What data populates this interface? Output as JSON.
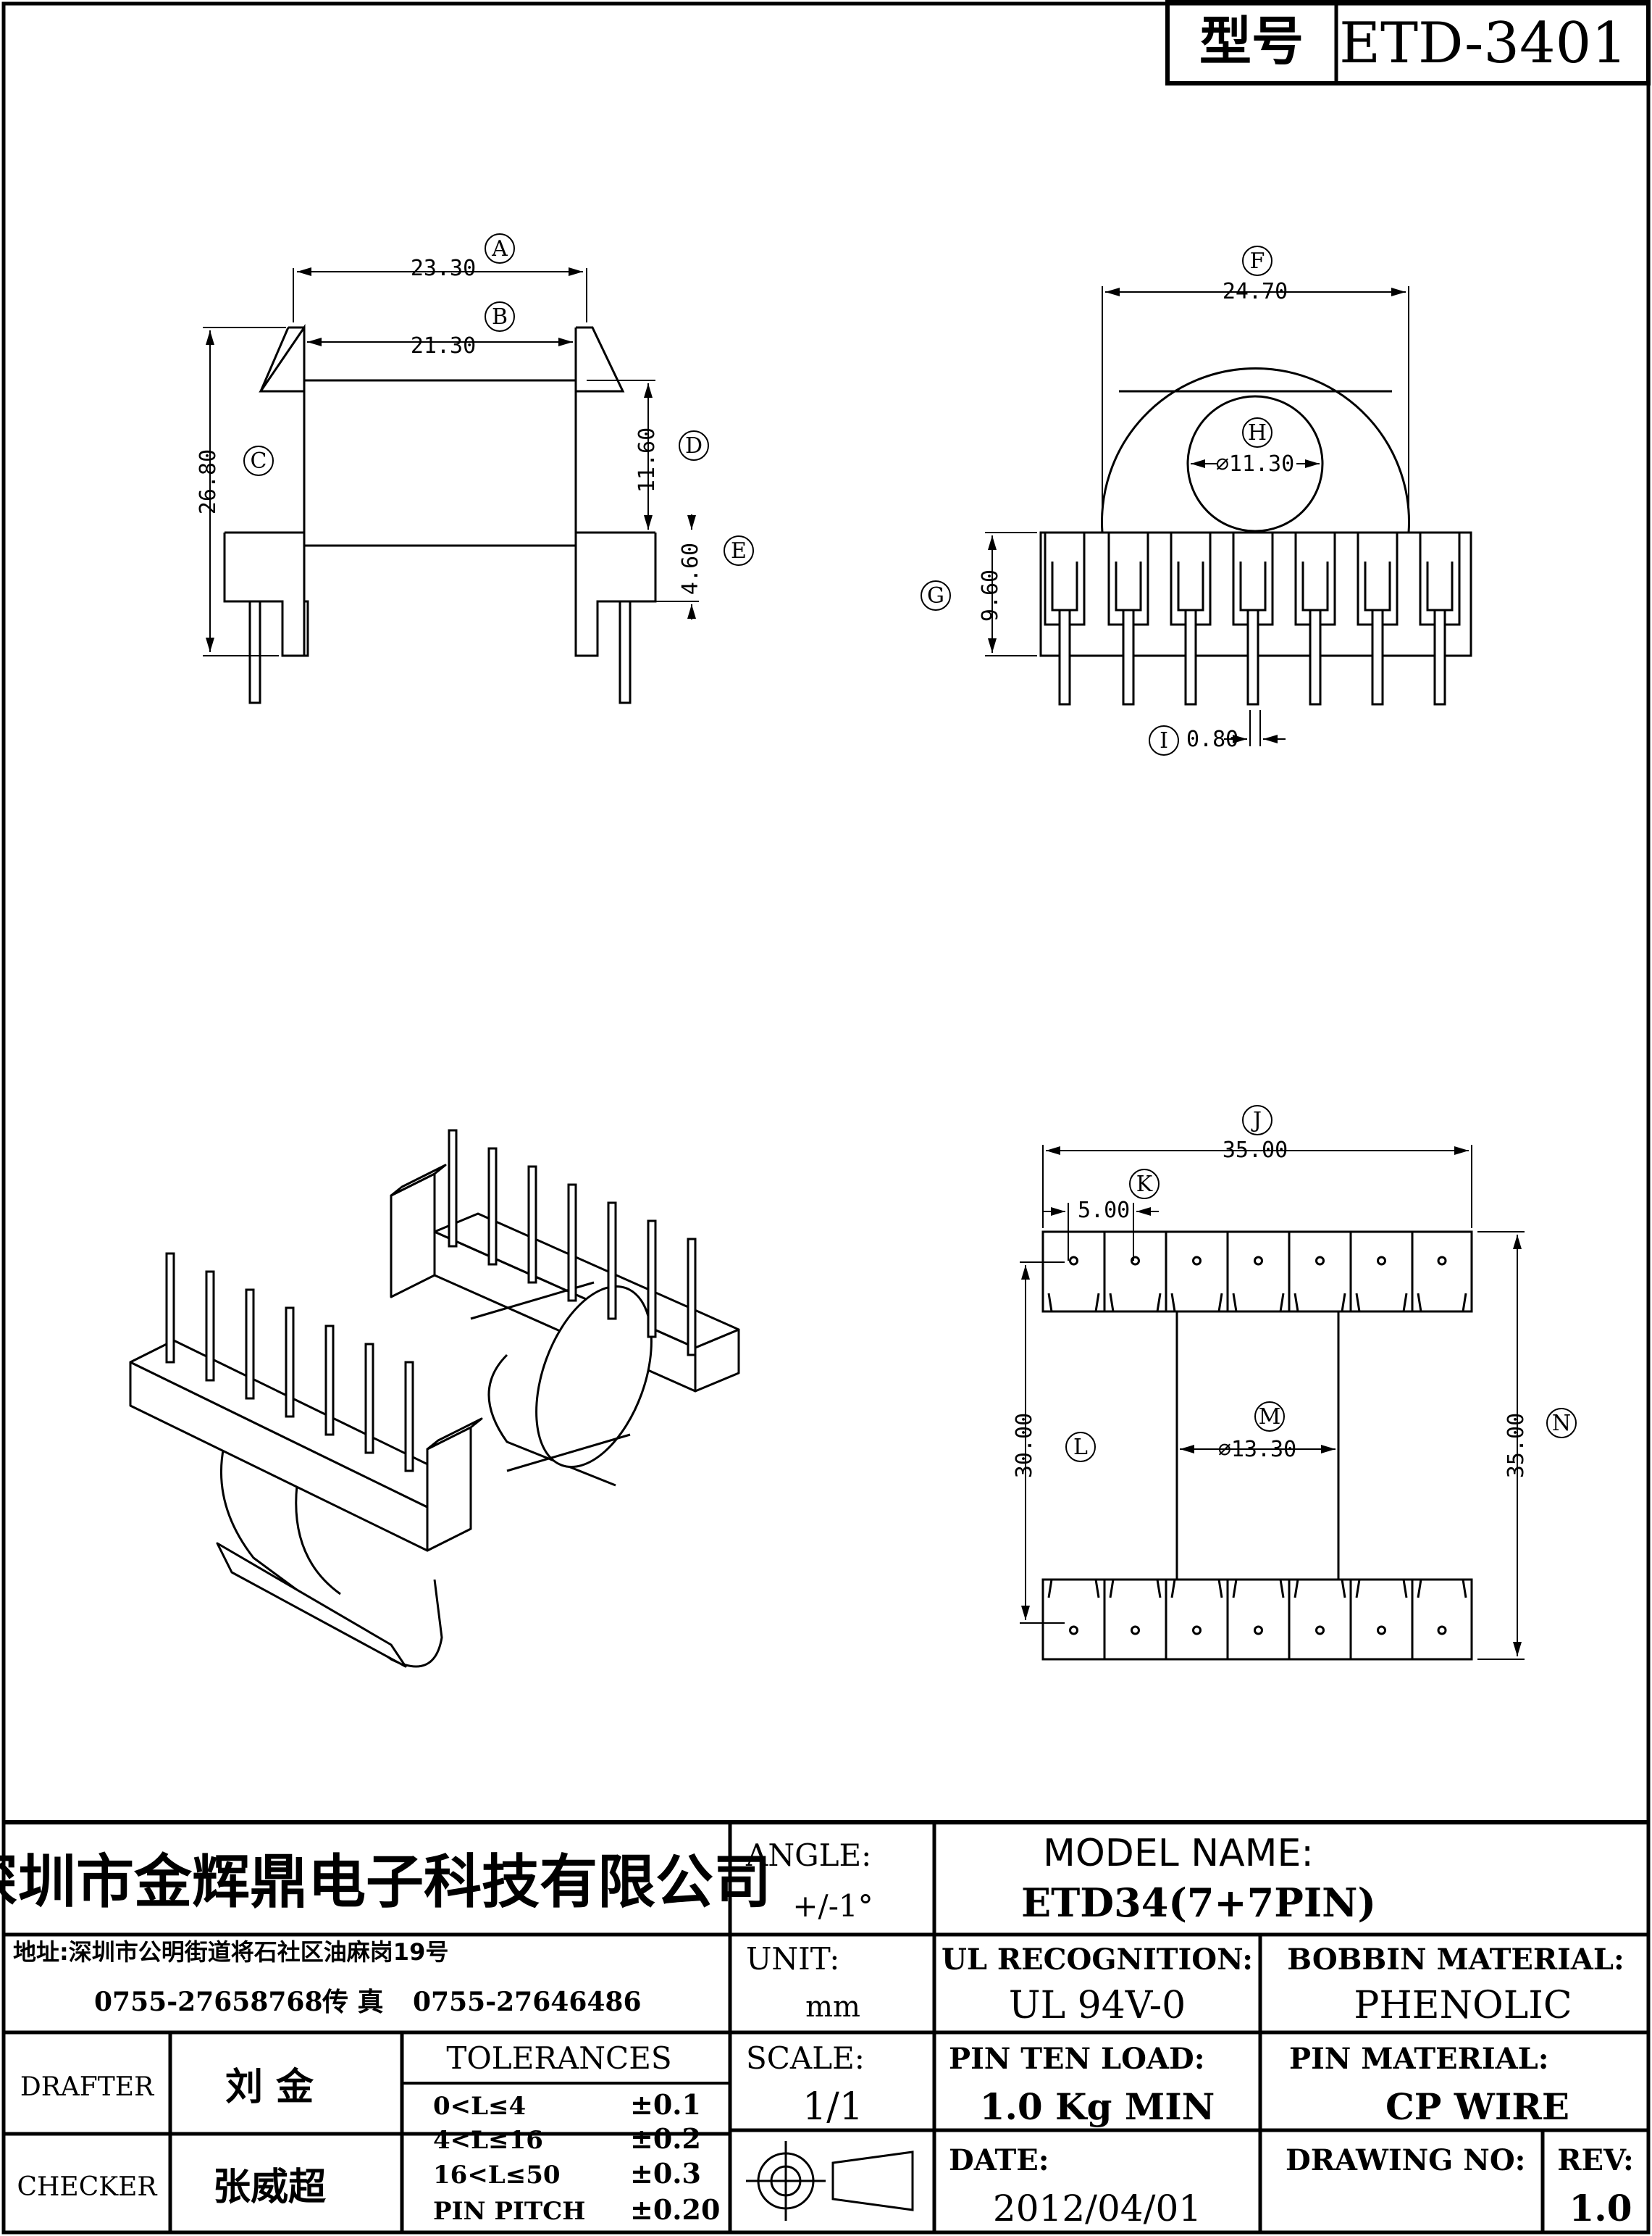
{
  "model_box": {
    "label": "型号",
    "value": "ETD-3401"
  },
  "views": {
    "side": {
      "dims": {
        "a": "23.30",
        "b": "21.30",
        "c": "26.80",
        "d": "11.60",
        "e": "4.60"
      },
      "callouts": {
        "a": "A",
        "b": "B",
        "c": "C",
        "d": "D",
        "e": "E"
      }
    },
    "front": {
      "dims": {
        "f": "24.70",
        "h": "⌀11.30",
        "g": "9.60",
        "i": "0.80"
      },
      "callouts": {
        "f": "F",
        "h": "H",
        "g": "G",
        "i": "I"
      }
    },
    "top": {
      "dims": {
        "j": "35.00",
        "k": "5.00",
        "m": "⌀13.30",
        "l": "30.00",
        "n": "35.00"
      },
      "callouts": {
        "j": "J",
        "k": "K",
        "m": "M",
        "l": "L",
        "n": "N"
      }
    }
  },
  "title_block": {
    "company": "深圳市金辉鼎电子科技有限公司",
    "address": "地址:深圳市公明街道将石社区油麻岗19号",
    "tel": "0755-27658768",
    "fax_label": "传 真",
    "fax": "0755-27646486",
    "angle_label": "ANGLE:",
    "angle_value": "+/-1°",
    "model_name_label": "MODEL NAME:",
    "model_name_value": "ETD34(7+7PIN)",
    "unit_label": "UNIT:",
    "unit_value": "mm",
    "ul_label": "UL RECOGNITION:",
    "ul_value": "UL 94V-0",
    "bobbin_label": "BOBBIN MATERIAL:",
    "bobbin_value": "PHENOLIC",
    "drafter_label": "DRAFTER",
    "drafter_value": "刘 金",
    "checker_label": "CHECKER",
    "checker_value": "张威超",
    "tolerances_label": "TOLERANCES",
    "tolerances": [
      {
        "range": "0<L≤4",
        "value": "±0.1"
      },
      {
        "range": "4<L≤16",
        "value": "±0.2"
      },
      {
        "range": "16<L≤50",
        "value": "±0.3"
      },
      {
        "range": "PIN PITCH",
        "value": "±0.20"
      }
    ],
    "scale_label": "SCALE:",
    "scale_value": "1/1",
    "pin_load_label": "PIN TEN LOAD:",
    "pin_load_value": "1.0 Kg MIN",
    "pin_material_label": "PIN MATERIAL:",
    "pin_material_value": "CP WIRE",
    "date_label": "DATE:",
    "date_value": "2012/04/01",
    "drawing_no_label": "DRAWING NO:",
    "rev_label": "REV:",
    "rev_value": "1.0"
  }
}
